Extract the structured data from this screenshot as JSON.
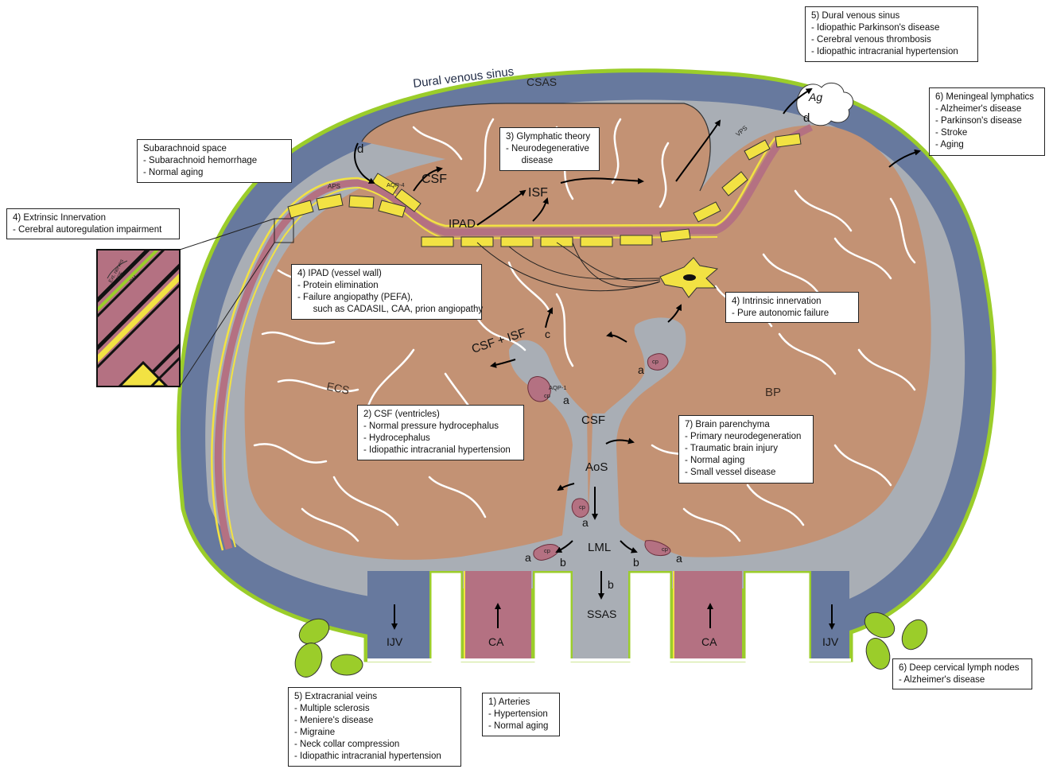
{
  "colors": {
    "brain": "#c39274",
    "csf": "#a9aeb5",
    "sinus": "#67799e",
    "dura_outline": "#9bcd2a",
    "artery": "#b47182",
    "astrocyte": "#f2e243",
    "lymph": "#9bcd2a",
    "vessel_white": "#ffffff"
  },
  "labels": {
    "dural_venous_sinus": "Dural venous sinus",
    "csas": "CSAS",
    "csf_top": "CSF",
    "isf": "ISF",
    "ipad": "IPAD",
    "aqp4": "AQP-4",
    "aps": "APS",
    "vps": "VPS",
    "ag": "Ag",
    "d_left": "d",
    "d_right": "d",
    "ecs": "ECS",
    "csf_isf": "CSF + ISF",
    "c": "c",
    "aqp1": "AQP-1",
    "cp": "cp",
    "a": "a",
    "b": "b",
    "csf_ventricle": "CSF",
    "aos": "AoS",
    "lml": "LML",
    "ssas": "SSAS",
    "bp": "BP",
    "ijv": "IJV",
    "ca": "CA",
    "inset_ext_nerves": "Ext. nerves",
    "inset_isf": "ISF",
    "inset_bm": "BM"
  },
  "boxes": {
    "dural_sinus": {
      "title": "5) Dural venous sinus",
      "items": [
        "Idiopathic Parkinson's disease",
        "Cerebral venous thrombosis",
        "Idiopathic intracranial hypertension"
      ]
    },
    "meningeal_lymphatics": {
      "title": "6) Meningeal lymphatics",
      "items": [
        "Alzheimer's disease",
        "Parkinson's disease",
        "Stroke",
        "Aging"
      ]
    },
    "subarachnoid": {
      "title": "Subarachnoid space",
      "items": [
        "Subarachnoid hemorrhage",
        "Normal aging"
      ]
    },
    "glymphatic": {
      "title": "3) Glymphatic theory",
      "items": [
        "Neurodegenerative",
        "disease"
      ]
    },
    "extrinsic": {
      "title": "4) Extrinsic Innervation",
      "items": [
        "Cerebral autoregulation impairment"
      ]
    },
    "ipad_wall": {
      "title": "4) IPAD (vessel wall)",
      "items": [
        "Protein elimination",
        "Failure angiopathy (PEFA),",
        "such as CADASIL, CAA, prion angiopathy"
      ]
    },
    "intrinsic": {
      "title": "4) Intrinsic innervation",
      "items": [
        "Pure autonomic failure"
      ]
    },
    "csf_ventricles": {
      "title": "2) CSF (ventricles)",
      "items": [
        "Normal pressure hydrocephalus",
        "Hydrocephalus",
        "Idiopathic intracranial hypertension"
      ]
    },
    "parenchyma": {
      "title": "7) Brain parenchyma",
      "items": [
        "Primary neurodegeneration",
        "Traumatic brain injury",
        "Normal aging",
        "Small vessel disease"
      ]
    },
    "lymph_nodes": {
      "title": "6) Deep cervical lymph nodes",
      "items": [
        "Alzheimer's disease"
      ]
    },
    "extracranial": {
      "title": "5) Extracranial veins",
      "items": [
        "Multiple sclerosis",
        "Meniere's disease",
        "Migraine",
        "Neck collar compression",
        "Idiopathic intracranial hypertension"
      ]
    },
    "arteries": {
      "title": "1) Arteries",
      "items": [
        "Hypertension",
        "Normal aging"
      ]
    }
  }
}
